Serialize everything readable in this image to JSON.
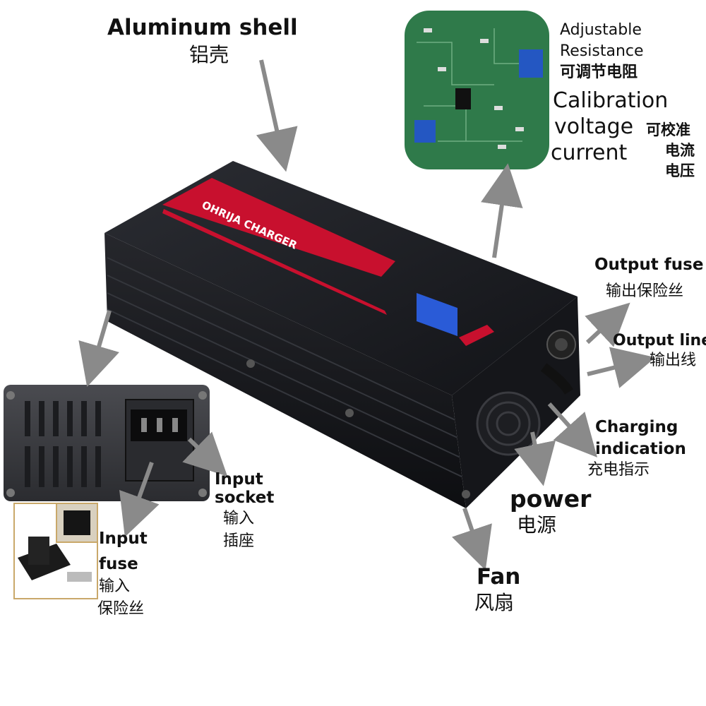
{
  "product": {
    "brand_label": "OHRIJA CHARGER"
  },
  "labels": {
    "aluminum_shell": {
      "en": "Aluminum shell",
      "cn": "铝壳"
    },
    "pcb": {
      "adjustable_en_1": "Adjustable",
      "adjustable_en_2": "Resistance",
      "adjustable_cn": "可调节电阻",
      "calib_1": "Calibration",
      "calib_2": "voltage",
      "calib_3": "current",
      "calib_cn_1": "可校准",
      "calib_cn_2": "电流",
      "calib_cn_3": "电压"
    },
    "output_fuse": {
      "en": "Output fuse",
      "cn": "输出保险丝"
    },
    "output_line": {
      "en": "Output line",
      "cn": "输出线"
    },
    "charging_indication": {
      "en_1": "Charging",
      "en_2": "indication",
      "cn": "充电指示"
    },
    "power": {
      "en": "power",
      "cn": "电源"
    },
    "fan": {
      "en": "Fan",
      "cn": "风扇"
    },
    "input_socket": {
      "en_1": "Input",
      "en_2": "socket",
      "cn_1": "输入",
      "cn_2": "插座"
    },
    "input_fuse": {
      "en_1": "Input",
      "en_2": "fuse",
      "cn_1": "输入",
      "cn_2": "保险丝"
    }
  },
  "colors": {
    "body": "#1c1d22",
    "stripe_red": "#c8102e",
    "pcb_green": "#2f7a4a",
    "arrow": "#8a8a8a",
    "lcd": "#2a5bd7"
  }
}
